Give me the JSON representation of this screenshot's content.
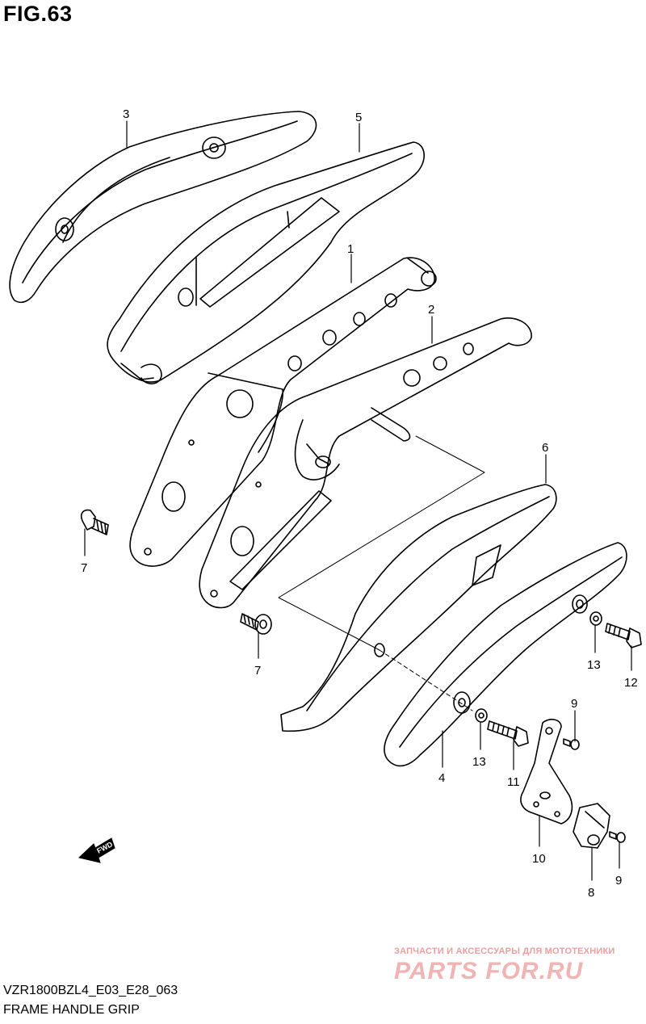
{
  "figure": {
    "title": "FIG.63",
    "code": "VZR1800BZL4_E03_E28_063",
    "caption": "FRAME HANDLE GRIP"
  },
  "callouts": {
    "c1": "1",
    "c2": "2",
    "c3": "3",
    "c4": "4",
    "c5": "5",
    "c6": "6",
    "c7a": "7",
    "c7b": "7",
    "c8": "8",
    "c9a": "9",
    "c9b": "9",
    "c10": "10",
    "c11": "11",
    "c12": "12",
    "c13a": "13",
    "c13b": "13"
  },
  "fwd_label": "FWD",
  "watermark": {
    "tagline": "ЗАПЧАСТИ И АКСЕССУАРЫ ДЛЯ МОТОТЕХНИКИ",
    "logo": "PARTS FOR.RU"
  }
}
